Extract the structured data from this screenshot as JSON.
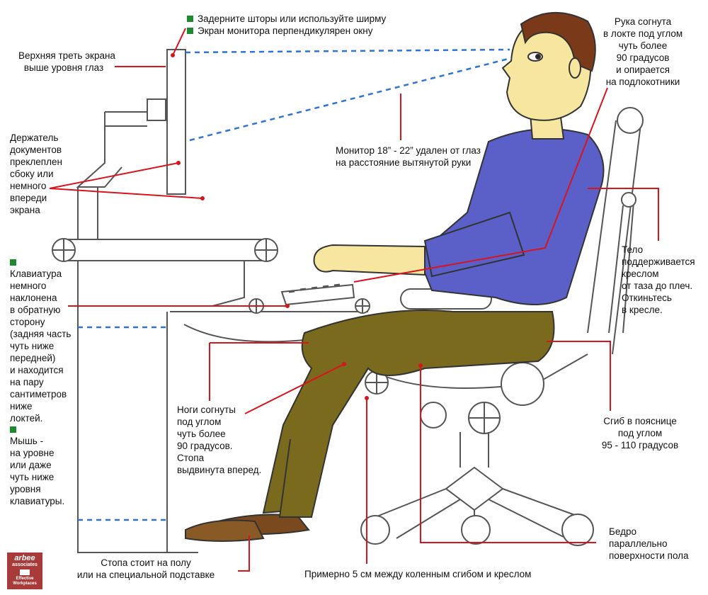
{
  "labels": {
    "curtains": "Задерните шторы или используйте ширму",
    "perpendicular": "Экран монитора перпендикулярен окну",
    "upper_third": [
      "Верхняя треть экрана",
      "выше уровня глаз"
    ],
    "document_holder": [
      "Держатель",
      "документов",
      "преклеплен",
      "сбоку или",
      "немного",
      "впереди",
      "экрана"
    ],
    "arm": [
      "Рука согнута",
      "в локте под углом",
      "чуть более",
      "90 градусов",
      "и опирается",
      "на подлокотники"
    ],
    "monitor_distance": [
      "Монитор 18” - 22” удален от глаз",
      "на расстояние вытянутой руки"
    ],
    "keyboard": [
      "Клавиатура",
      "немного",
      "наклонена",
      "в обратную",
      "сторону",
      "(задняя часть",
      "чуть ниже",
      "передней)",
      "и находится",
      "на пару",
      "сантиметров",
      "ниже",
      "локтей."
    ],
    "mouse": [
      "Мышь -",
      "на уровне",
      "или даже",
      "чуть ниже",
      "уровня",
      "клавиатуры."
    ],
    "torso": [
      "Тело",
      "поддерживается",
      "креслом",
      "от таза до плеч.",
      "Откиньтесь",
      "в кресле."
    ],
    "legs": [
      "Ноги согнуты",
      "под углом",
      "чуть более",
      "90 градусов.",
      "Стопа",
      "выдвинута вперед."
    ],
    "lumbar": [
      "Сгиб в пояснице",
      "под углом",
      "95 - 110 градусов"
    ],
    "thigh": [
      "Бедро",
      "параллельно",
      "поверхности пола"
    ],
    "feet": [
      "Стопа стоит на полу",
      "или на специальной подставке"
    ],
    "knee_gap": "Примерно 5 см между коленным сгибом и креслом"
  },
  "logo": {
    "line1": "arbee",
    "line2": "associates",
    "line3": "Effective",
    "line4": "Workplaces"
  },
  "colors": {
    "callout": "#d8141c",
    "sightline": "#2f74d8",
    "bullet": "#1e8a2e",
    "shirt": "#5a60c8",
    "pants": "#7a6a1e",
    "skin": "#f6e6a0",
    "hair": "#7a3a1a",
    "shoes": "#7a4a1e",
    "outline": "#333333"
  }
}
